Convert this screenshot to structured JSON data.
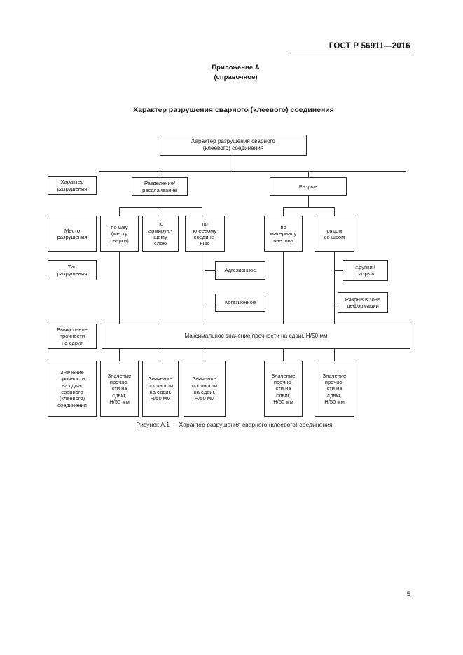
{
  "document": {
    "standard_header": "ГОСТ Р 56911—2016",
    "annex_title": "Приложение А",
    "annex_subtitle": "(справочное)",
    "section_title": "Характер разрушения сварного (клеевого) соединения",
    "figure_caption": "Рисунок А.1 — Характер разрушения сварного (клеевого) соединения",
    "page_number": "5"
  },
  "chart_data": {
    "type": "diagram",
    "title": "Характер разрушения сварного (клеевого) соединения",
    "nodes": {
      "root": "Характер разрушения сварного\n(клеевого) соединения",
      "level_labels": [
        "Характер\nразрушения",
        "Место\nразрушения",
        "Тип\nразрушения",
        "Вычисление\nпрочности\nна сдвиг",
        "Значение\nпрочности\nна сдвиг\nсварного\n(клеевого)\nсоединения"
      ],
      "branch_separation": "Разделение/\nрасслаивание",
      "branch_rupture": "Разрыв",
      "separation_children": [
        "по шву\n(месту\nсварки)",
        "по\nармирую-\nщему\nслою",
        "по\nклеевому\nсоедине-\nнию"
      ],
      "rupture_children": [
        "по\nматериалу\nвне шва",
        "рядом\nсо швом"
      ],
      "adhesive_types": [
        "Адгезионное",
        "Когезионное"
      ],
      "rupture_types": [
        "Хрупкий\nразрыв",
        "Разрыв в зоне\nдеформации"
      ],
      "max_strength_bar": "Максимальное значение прочности на сдвиг, Н/50 мм",
      "result_boxes": [
        "Значение\nпрочно-\nсти на\nсдвиг,\nН/50 мм",
        "Значение\nпрочности\nна сдвиг,\nН/50 мм",
        "Значение\nпрочности\nна сдвиг,\nН/50 мм",
        "Значение\nпрочно-\nсти на\nсдвиг,\nН/50 мм",
        "Значение\nпрочно-\nсти на\nсдвиг,\nН/50 мм"
      ]
    }
  },
  "colors": {
    "text": "#1a1a1a",
    "border": "#2b2b2b",
    "background": "#ffffff"
  }
}
